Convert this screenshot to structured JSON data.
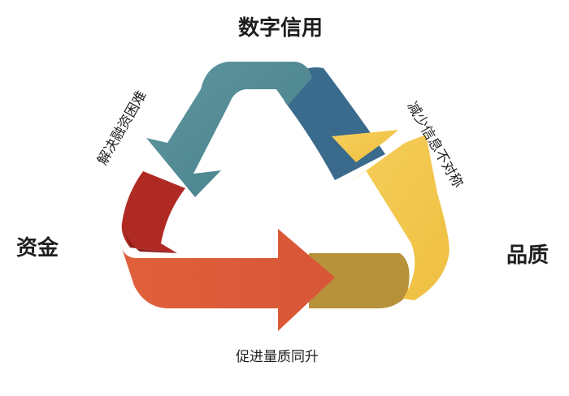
{
  "nodes": {
    "top": "数字信用",
    "left": "资金",
    "right": "品质"
  },
  "edges": {
    "left_side": "解决融资困难",
    "right_side": "减少信息不对称",
    "bottom_side": "促进量质同升"
  },
  "colors": {
    "teal_arrow": "#518a94",
    "navy_band": "#3a6a8c",
    "yellow_arrow": "#f3c74e",
    "gold_band": "#b8923a",
    "orange_arrow": "#dd5c3a",
    "red_band": "#b02a24"
  }
}
